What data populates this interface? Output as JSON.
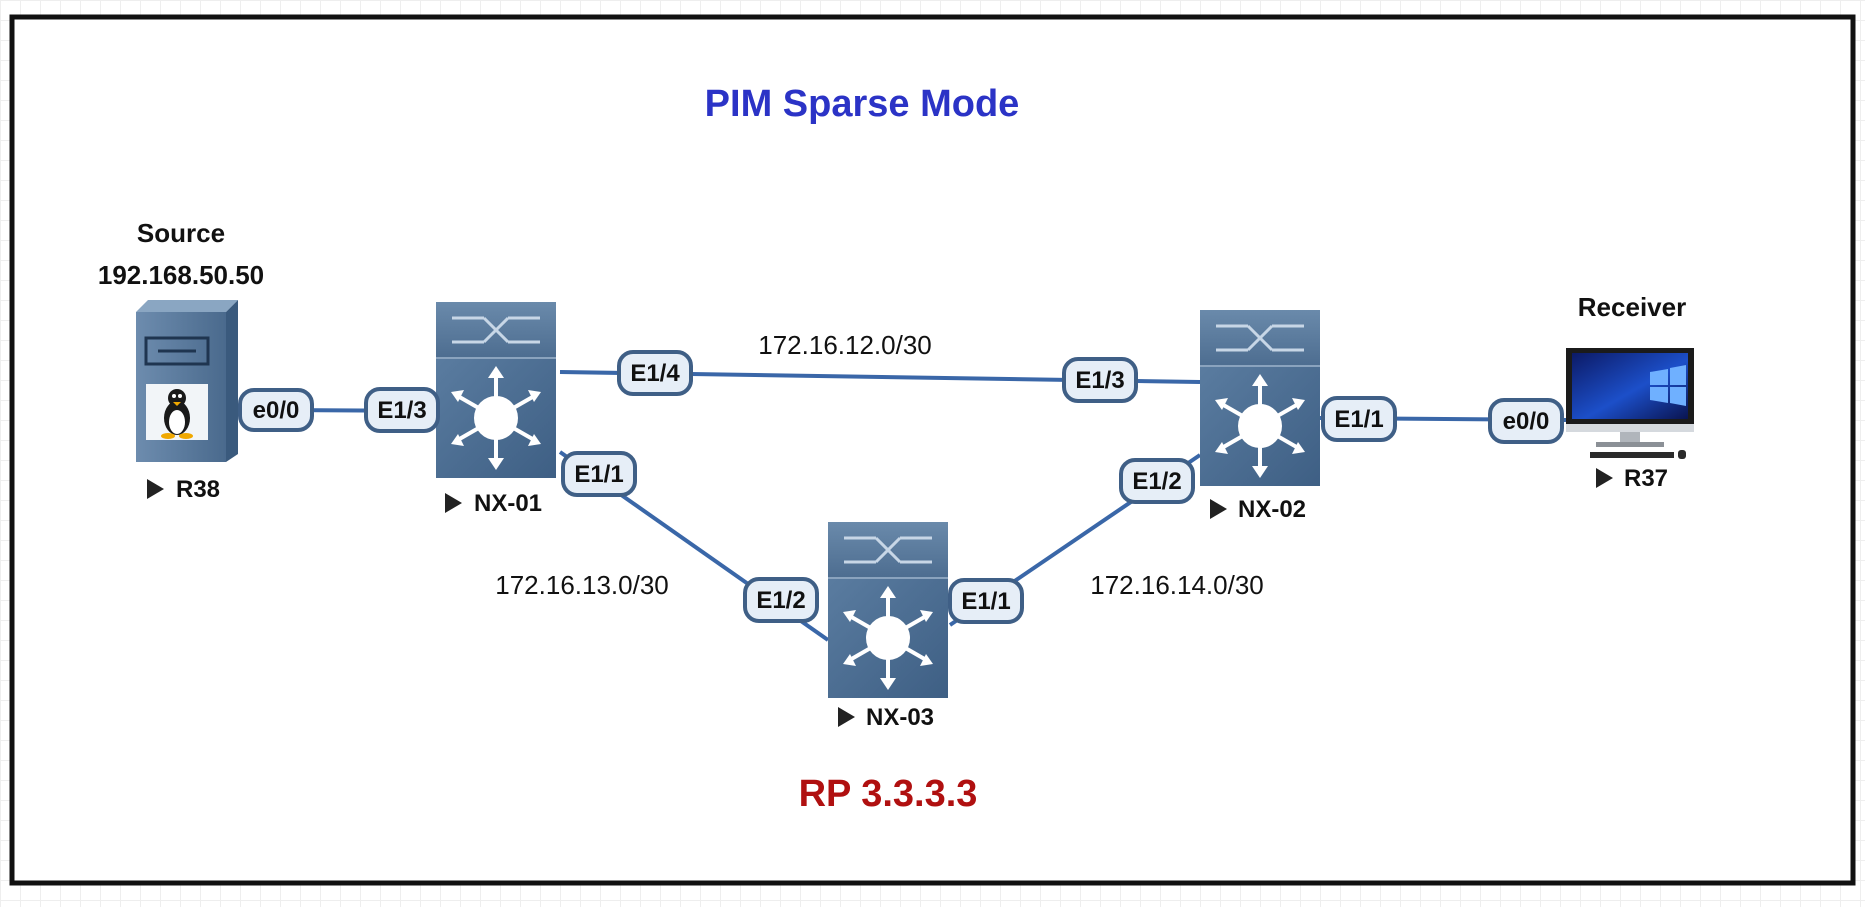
{
  "title": "PIM Sparse Mode",
  "rp_label": "RP 3.3.3.3",
  "colors": {
    "title": "#2b33c6",
    "rp": "#b01010",
    "link": "#3a67a8",
    "port_fill": "#e6eef7",
    "port_stroke": "#3f5f86",
    "switch_body": "#4e6f93",
    "frame": "#111111"
  },
  "source": {
    "heading": "Source",
    "ip": "192.168.50.50"
  },
  "receiver": {
    "heading": "Receiver"
  },
  "nodes": {
    "r38": {
      "label": "R38",
      "icon": "linux-server-icon"
    },
    "nx01": {
      "label": "NX-01",
      "icon": "nexus-switch-icon"
    },
    "nx02": {
      "label": "NX-02",
      "icon": "nexus-switch-icon"
    },
    "nx03": {
      "label": "NX-03",
      "icon": "nexus-switch-icon"
    },
    "r37": {
      "label": "R37",
      "icon": "desktop-monitor-icon"
    }
  },
  "subnets": {
    "nx01_nx02": "172.16.12.0/30",
    "nx01_nx03": "172.16.13.0/30",
    "nx03_nx02": "172.16.14.0/30"
  },
  "ports": {
    "r38_e00": "e0/0",
    "nx01_e13": "E1/3",
    "nx01_e14": "E1/4",
    "nx01_e11": "E1/1",
    "nx02_e13": "E1/3",
    "nx02_e11": "E1/1",
    "nx02_e12": "E1/2",
    "nx03_e12": "E1/2",
    "nx03_e11": "E1/1",
    "r37_e00": "e0/0"
  }
}
